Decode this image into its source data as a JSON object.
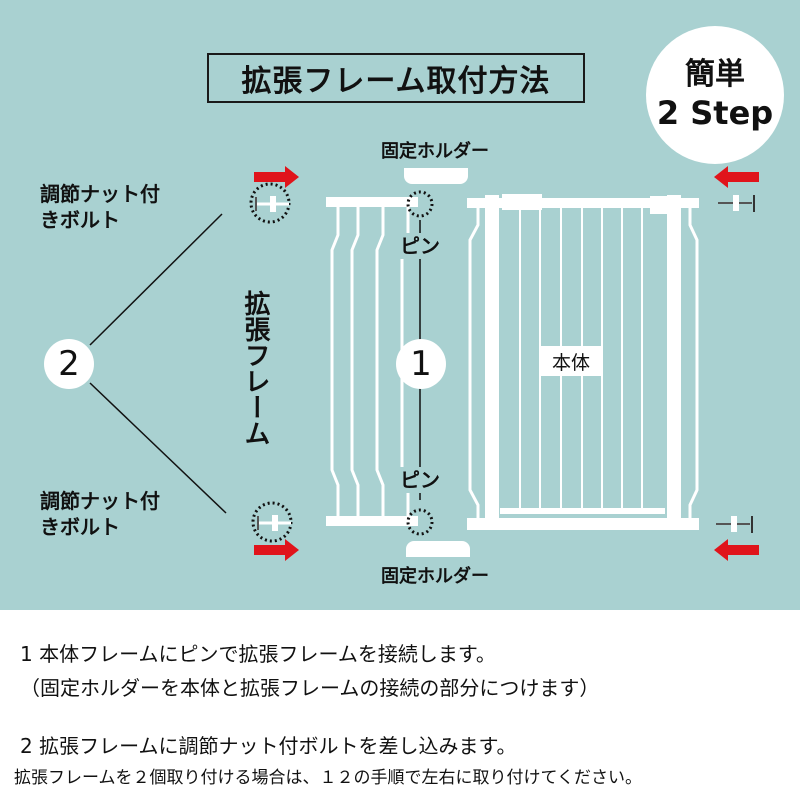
{
  "title": "拡張フレーム取付方法",
  "badge": {
    "line1": "簡単",
    "line2": "2 Step"
  },
  "diagram": {
    "bolt_label_top": [
      "調節ナット付",
      "きボルト"
    ],
    "bolt_label_bottom": [
      "調節ナット付",
      "きボルト"
    ],
    "step2_marker": "2",
    "step1_marker": "1",
    "extension_frame_label": "拡張フレーム",
    "main_body_label": "本体",
    "fixed_holder_top": "固定ホルダー",
    "fixed_holder_bottom": "固定ホルダー",
    "pin_top": "ピン",
    "pin_bottom": "ピン",
    "colors": {
      "background": "#a9d1d1",
      "arrow": "#e0141b",
      "frame": "#ffffff"
    }
  },
  "instructions": {
    "step1": "1 本体フレームにピンで拡張フレームを接続します。",
    "step1_note": "（固定ホルダーを本体と拡張フレームの接続の部分につけます）",
    "step2": "2 拡張フレームに調節ナット付ボルトを差し込みます。",
    "note": "拡張フレームを２個取り付ける場合は、１２の手順で左右に取り付けてください。"
  }
}
